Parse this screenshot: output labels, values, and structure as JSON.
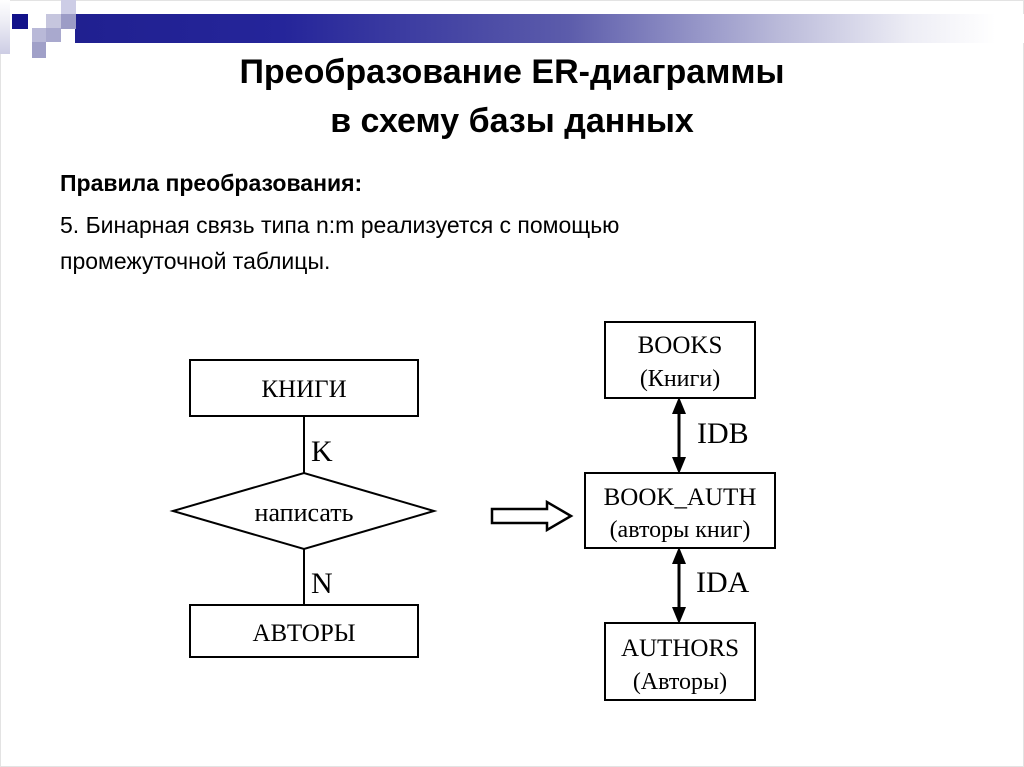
{
  "slide": {
    "title_line1": "Преобразование ER-диаграммы",
    "title_line2": "в схему базы данных",
    "rules_heading": "Правила преобразования:",
    "rule_line1": "5. Бинарная связь типа n:m реализуется с помощью",
    "rule_line2": "промежуточной таблицы."
  },
  "er_diagram": {
    "entity_top": "КНИГИ",
    "cardinality_top": "K",
    "relationship": "написать",
    "cardinality_bottom": "N",
    "entity_bottom": "АВТОРЫ"
  },
  "db_schema": {
    "table_books_name": "BOOKS",
    "table_books_subtitle": "(Книги)",
    "link_top_label": "IDB",
    "table_bookauth_name": "BOOK_AUTH",
    "table_bookauth_subtitle": "(авторы книг)",
    "link_bottom_label": "IDA",
    "table_authors_name": "AUTHORS",
    "table_authors_subtitle": "(Авторы)"
  },
  "colors": {
    "accent_navy": "#12128a",
    "bar_gradient_start": "#202090",
    "text": "#000000",
    "background": "#ffffff"
  }
}
